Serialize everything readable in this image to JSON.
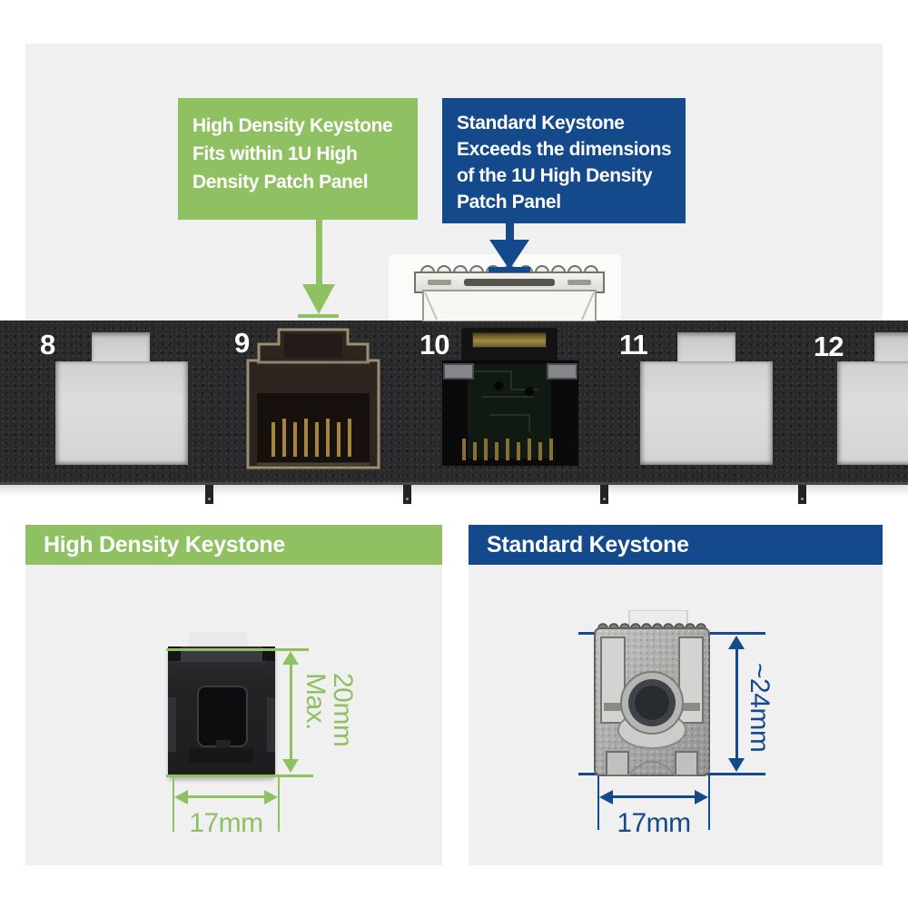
{
  "colors": {
    "accent_green": "#8FC163",
    "accent_blue": "#14498C",
    "card_background": "#F0F0F1",
    "panel_black": "#2A2A2D"
  },
  "annotations": {
    "high_density": {
      "title": "High Density Keystone",
      "lines": [
        "Fits within 1U High",
        "Density Patch Panel"
      ]
    },
    "standard": {
      "title": "Standard Keystone",
      "lines": [
        "Exceeds the dimensions",
        "of the 1U High Density",
        "Patch Panel"
      ]
    }
  },
  "panel": {
    "port_numbers": [
      "8",
      "9",
      "10",
      "11",
      "12"
    ]
  },
  "cards": {
    "high_density": {
      "header": "High Density Keystone",
      "height_lines": [
        "20mm",
        "Max."
      ],
      "width_label": "17mm"
    },
    "standard": {
      "header": "Standard Keystone",
      "height_label": "~24mm",
      "width_label": "17mm"
    }
  }
}
